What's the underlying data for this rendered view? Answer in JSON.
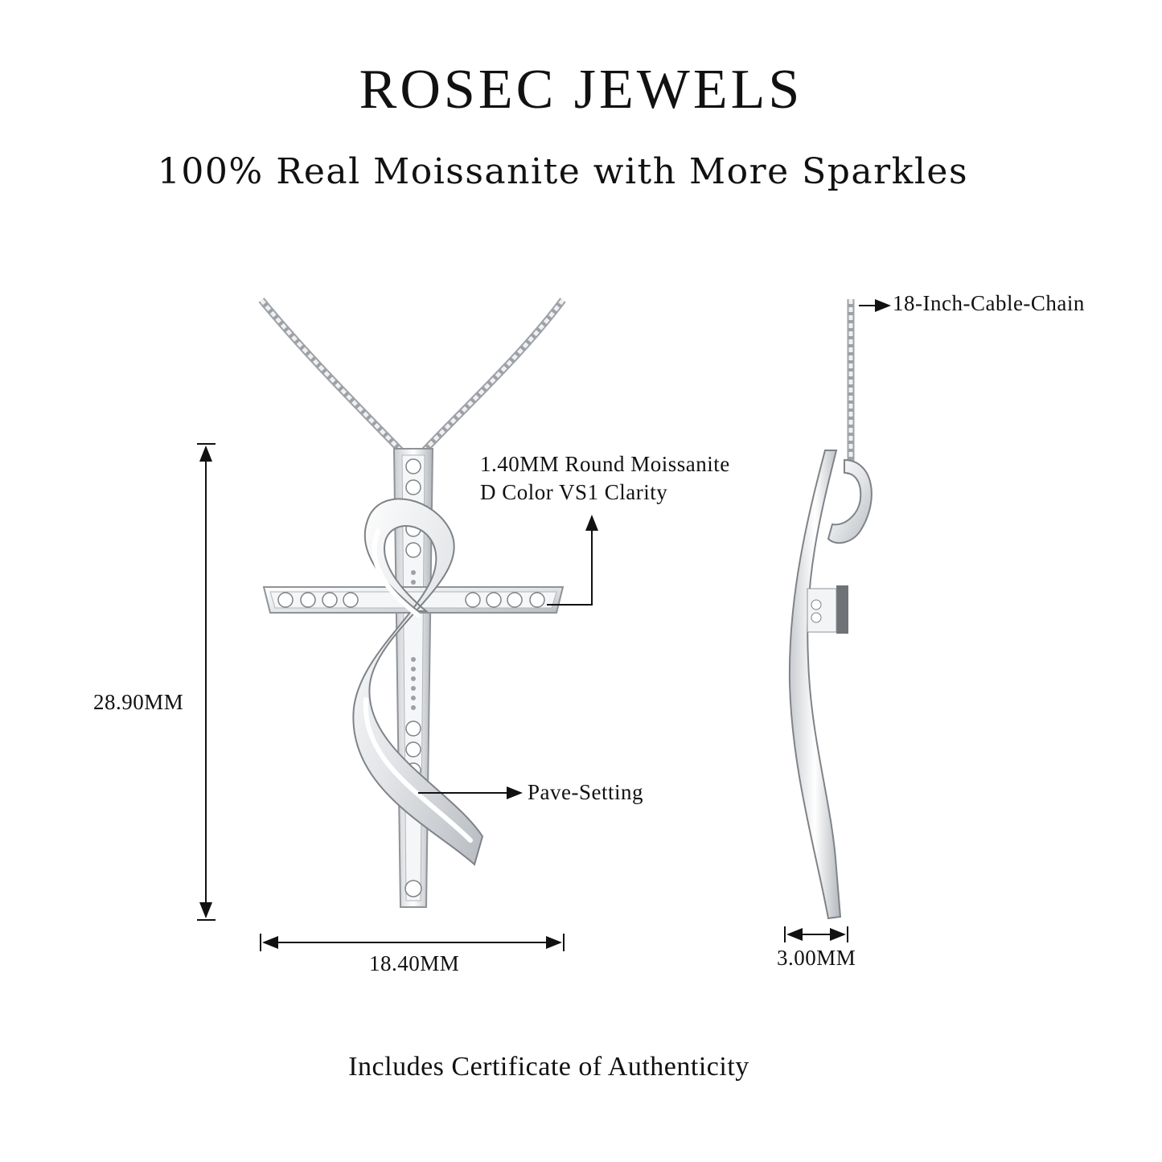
{
  "header": {
    "brand": "ROSEC JEWELS",
    "tagline": "100% Real Moissanite with More Sparkles"
  },
  "annotations": {
    "stone_line1": "1.40MM Round Moissanite",
    "stone_line2": "D Color VS1 Clarity",
    "setting": "Pave-Setting",
    "chain": "18-Inch-Cable-Chain",
    "height": "28.90MM",
    "width": "18.40MM",
    "thickness": "3.00MM"
  },
  "footer": {
    "certificate": "Includes Certificate of Authenticity"
  },
  "colors": {
    "metal": "#e6e8ea",
    "metal_shade": "#a9adb2",
    "ink": "#111111"
  }
}
